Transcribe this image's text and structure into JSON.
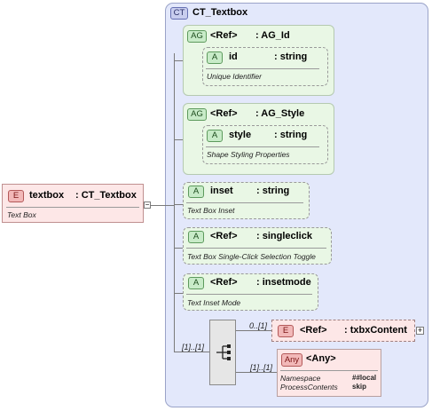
{
  "ct": {
    "badge": "CT",
    "name": "CT_Textbox"
  },
  "element": {
    "badge": "E",
    "name": "textbox",
    "type": ": CT_Textbox",
    "desc": "Text Box"
  },
  "ag_id": {
    "badge": "AG",
    "ref": "<Ref>",
    "name": ": AG_Id",
    "attr": {
      "badge": "A",
      "name": "id",
      "type": ": string",
      "desc": "Unique Identifier"
    }
  },
  "ag_style": {
    "badge": "AG",
    "ref": "<Ref>",
    "name": ": AG_Style",
    "attr": {
      "badge": "A",
      "name": "style",
      "type": ": string",
      "desc": "Shape Styling Properties"
    }
  },
  "inset": {
    "badge": "A",
    "name": "inset",
    "type": ": string",
    "desc": "Text Box Inset"
  },
  "singleclick": {
    "badge": "A",
    "ref": "<Ref>",
    "name": ": singleclick",
    "desc": "Text Box Single-Click Selection Toggle"
  },
  "insetmode": {
    "badge": "A",
    "ref": "<Ref>",
    "name": ": insetmode",
    "desc": "Text Inset Mode"
  },
  "sequence": {
    "outer_mult": "[1]..[1]"
  },
  "txbx": {
    "badge": "E",
    "ref": "<Ref>",
    "name": ": txbxContent",
    "mult": "0..[1]",
    "expand": "+"
  },
  "any": {
    "badge": "Any",
    "name": "<Any>",
    "mult": "[1]..[1]",
    "props": [
      {
        "key": "Namespace",
        "value": "##local"
      },
      {
        "key": "ProcessContents",
        "value": "skip"
      }
    ]
  },
  "colors": {
    "ct_bg": "#e3e8fb",
    "attr_bg": "#e9f7e5",
    "element_bg": "#fde7e7",
    "border": "#9a9a9a"
  }
}
